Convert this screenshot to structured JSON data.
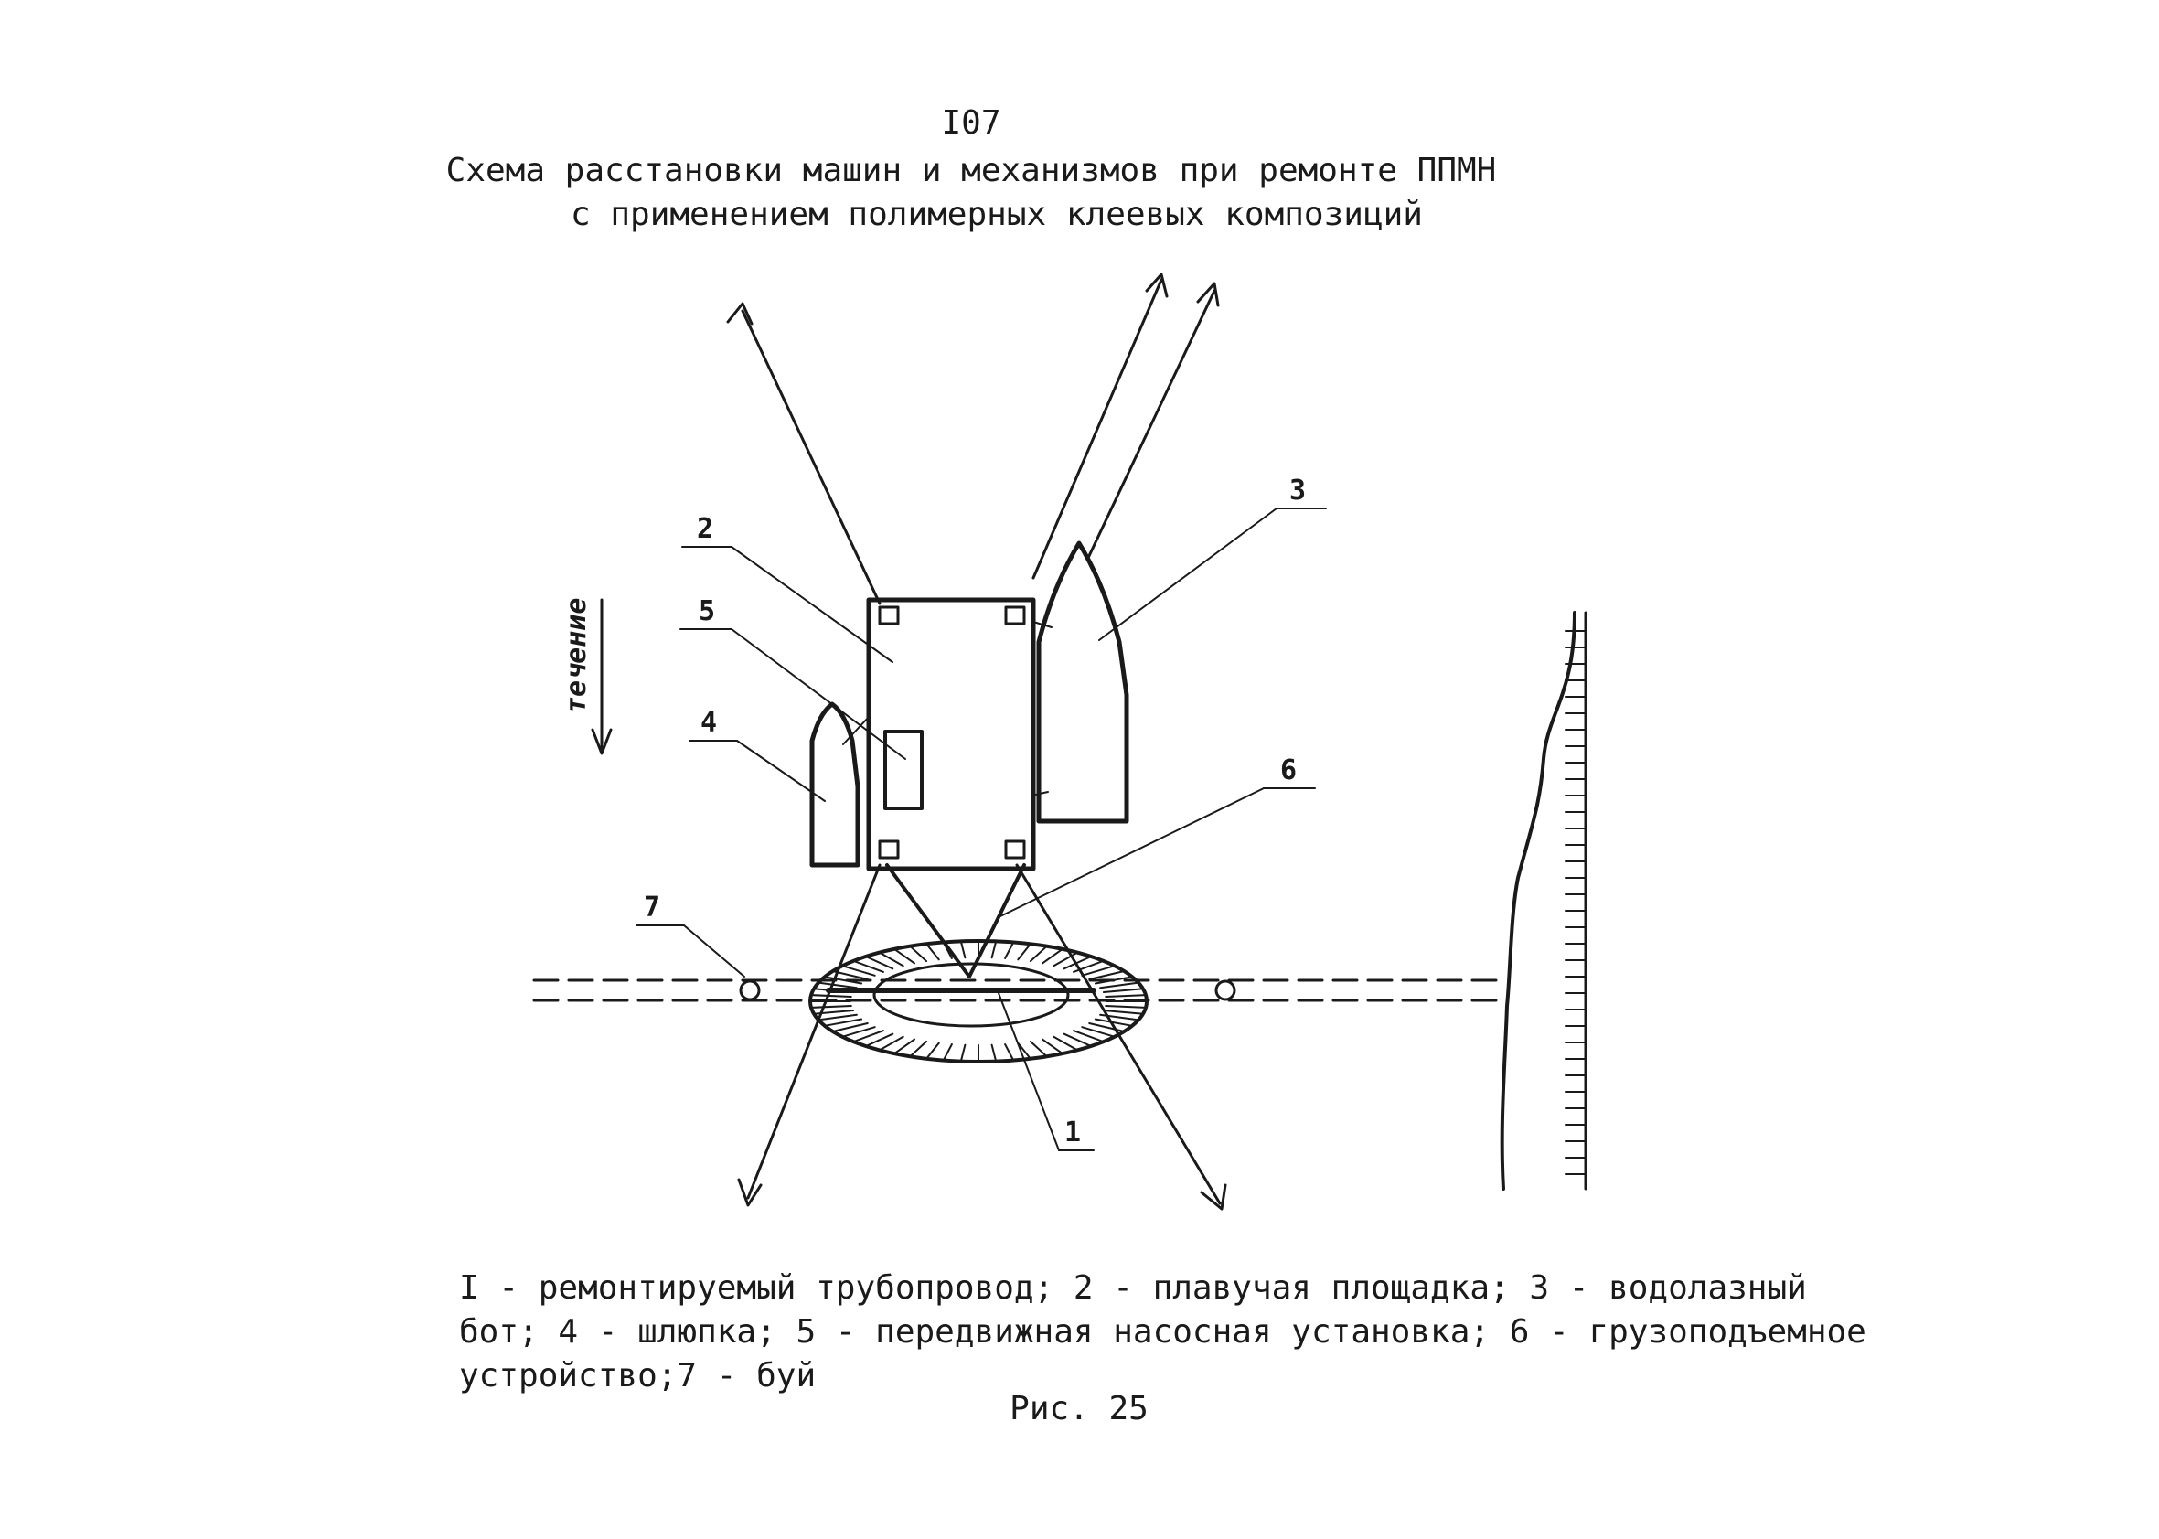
{
  "header": {
    "page_number": "I07",
    "title_line1": "Схема расстановки машин и механизмов при ремонте ППМН",
    "title_line2": "с применением полимерных клеевых композиций"
  },
  "diagram": {
    "current_label": "течение",
    "callouts": {
      "pipeline": "1",
      "floating_platform": "2",
      "diving_boat": "3",
      "launch": "4",
      "pump_unit": "5",
      "lifting_device": "6",
      "buoy": "7"
    }
  },
  "legend": {
    "line1": "I - ремонтируемый трубопровод; 2 - плавучая площадка; 3 - водолазный",
    "line2": "бот; 4 - шлюпка; 5 - передвижная насосная установка; 6 - грузоподъемное",
    "line3": "устройство;7 - буй"
  },
  "figure_caption": "Рис. 25"
}
